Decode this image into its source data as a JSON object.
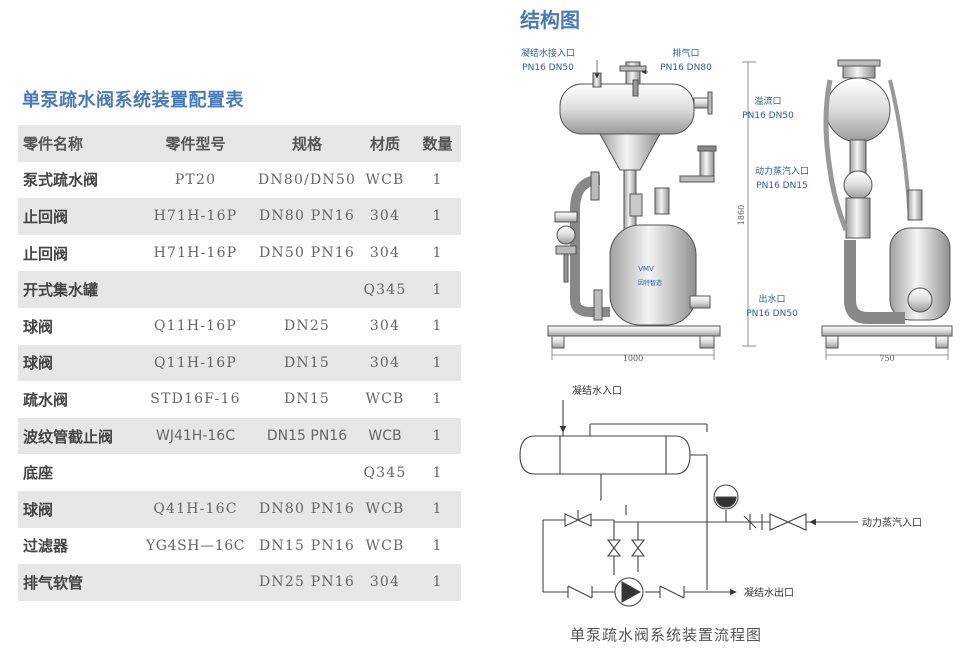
{
  "table": {
    "title": "单泵疏水阀系统装置配置表",
    "headers": [
      "零件名称",
      "零件型号",
      "规格",
      "材质",
      "数量"
    ],
    "rows": [
      [
        "泵式疏水阀",
        "PT20",
        "DN80/DN50",
        "WCB",
        "1"
      ],
      [
        "止回阀",
        "H71H-16P",
        "DN80 PN16",
        "304",
        "1"
      ],
      [
        "止回阀",
        "H71H-16P",
        "DN50 PN16",
        "304",
        "1"
      ],
      [
        "开式集水罐",
        "",
        "",
        "Q345",
        "1"
      ],
      [
        "球阀",
        "Q11H-16P",
        "DN25",
        "304",
        "1"
      ],
      [
        "球阀",
        "Q11H-16P",
        "DN15",
        "304",
        "1"
      ],
      [
        "疏水阀",
        "STD16F-16",
        "DN15",
        "WCB",
        "1"
      ],
      [
        "波纹管截止阀",
        "WJ41H-16C",
        "DN15 PN16",
        "WCB",
        "1"
      ],
      [
        "底座",
        "",
        "",
        "Q345",
        "1"
      ],
      [
        "球阀",
        "Q41H-16C",
        "DN80 PN16",
        "WCB",
        "1"
      ],
      [
        "过滤器",
        "YG4SH—16C",
        "DN15 PN16",
        "WCB",
        "1"
      ],
      [
        "排气软管",
        "",
        "DN25 PN16",
        "304",
        "1"
      ]
    ]
  },
  "structure": {
    "title": "结构图",
    "labels": {
      "inlet": "凝结水接入口",
      "inlet_spec": "PN16 DN50",
      "vent": "排气口",
      "vent_spec": "PN16 DN80",
      "overflow": "溢流口",
      "overflow_spec": "PN16 DN50",
      "steam": "动力蒸汽入口",
      "steam_spec": "PN16 DN15",
      "outlet": "出水口",
      "outlet_spec": "PN16 DN50",
      "dim_height": "1860",
      "dim_width": "1000",
      "dim_depth": "750",
      "logo": "VMV",
      "logo_sub": "因特智造"
    }
  },
  "flow": {
    "caption": "单泵疏水阀系统装置流程图",
    "inlet_label": "凝结水入口",
    "steam_label": "动力蒸汽入口",
    "outlet_label": "凝结水出口"
  },
  "colors": {
    "accent": "#4a79b8",
    "row_shade": "#e6e6e6",
    "line": "#444444"
  }
}
